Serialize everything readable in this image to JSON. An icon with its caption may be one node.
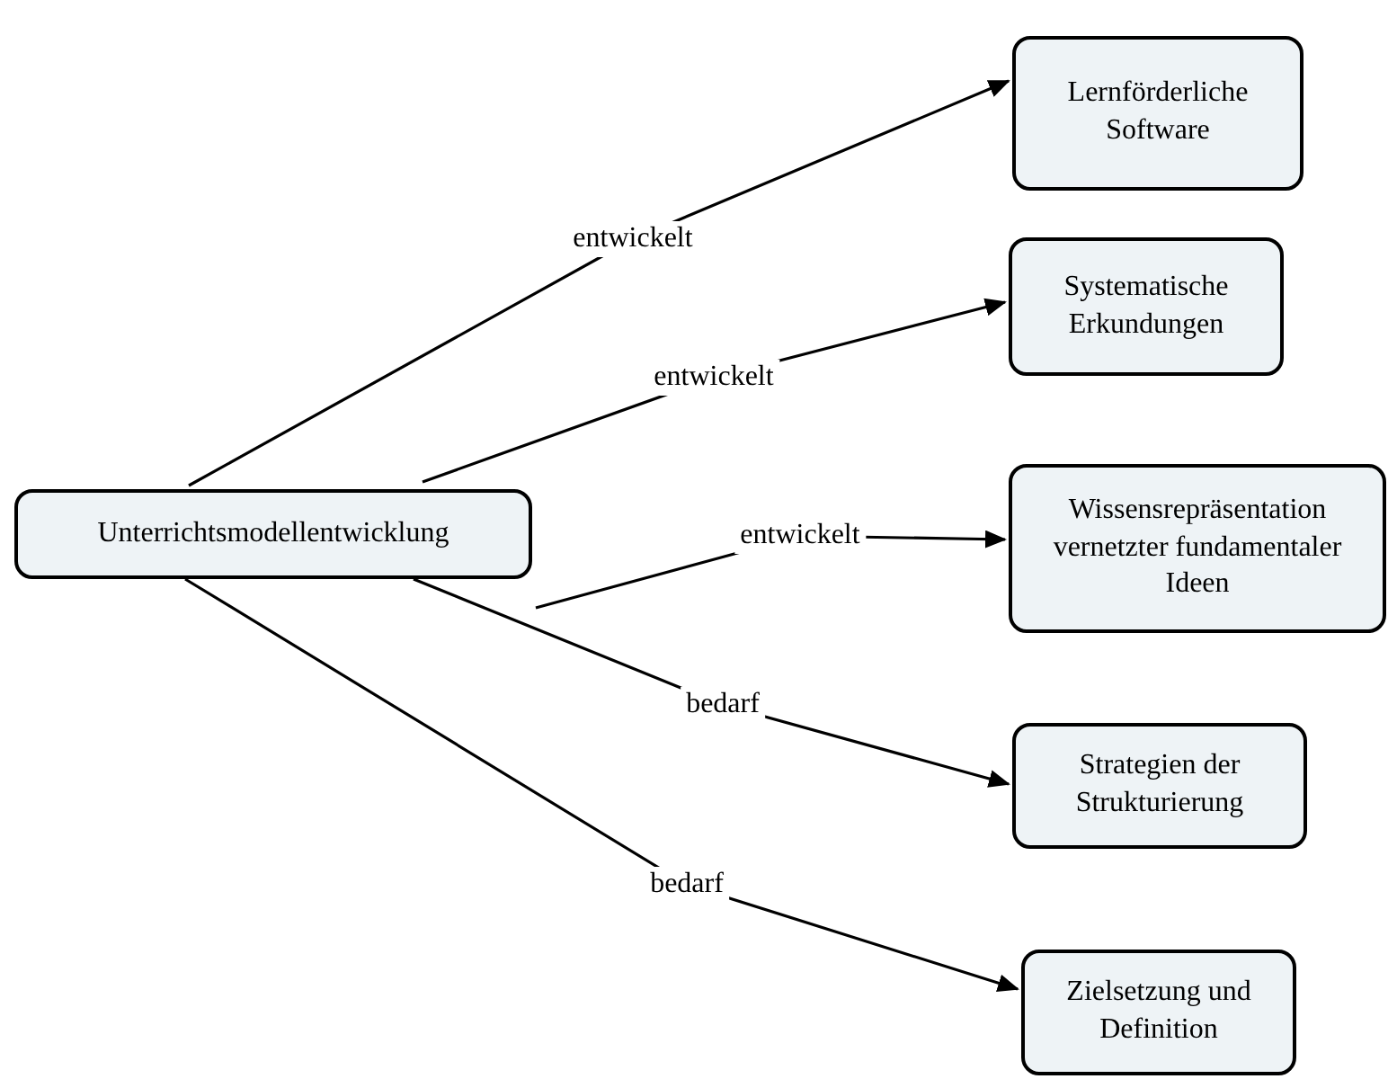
{
  "diagram": {
    "nodes": [
      {
        "text": [
          "Unterrichtsmodellentwicklung"
        ]
      },
      {
        "text": [
          "Lernförderliche Software"
        ]
      },
      {
        "text": [
          "Systematische Erkundungen"
        ]
      },
      {
        "text": [
          "Wissensrepräsentation vernetzter fundamentaler Ideen"
        ]
      },
      {
        "text": [
          "Strategien der Strukturierung"
        ]
      },
      {
        "text": [
          "Zielsetzung und Definition"
        ]
      }
    ],
    "edges": [
      {
        "from": 0,
        "to": 1,
        "arrow": "to",
        "label": "entwickelt"
      },
      {
        "from": 0,
        "to": 2,
        "arrow": "to",
        "label": "entwickelt"
      },
      {
        "from": 0,
        "to": 3,
        "arrow": "to",
        "label": "entwickelt"
      },
      {
        "from": 0,
        "to": 4,
        "arrow": "to",
        "label": "bedarf"
      },
      {
        "from": 0,
        "to": 5,
        "arrow": "to",
        "label": "bedarf"
      }
    ]
  }
}
